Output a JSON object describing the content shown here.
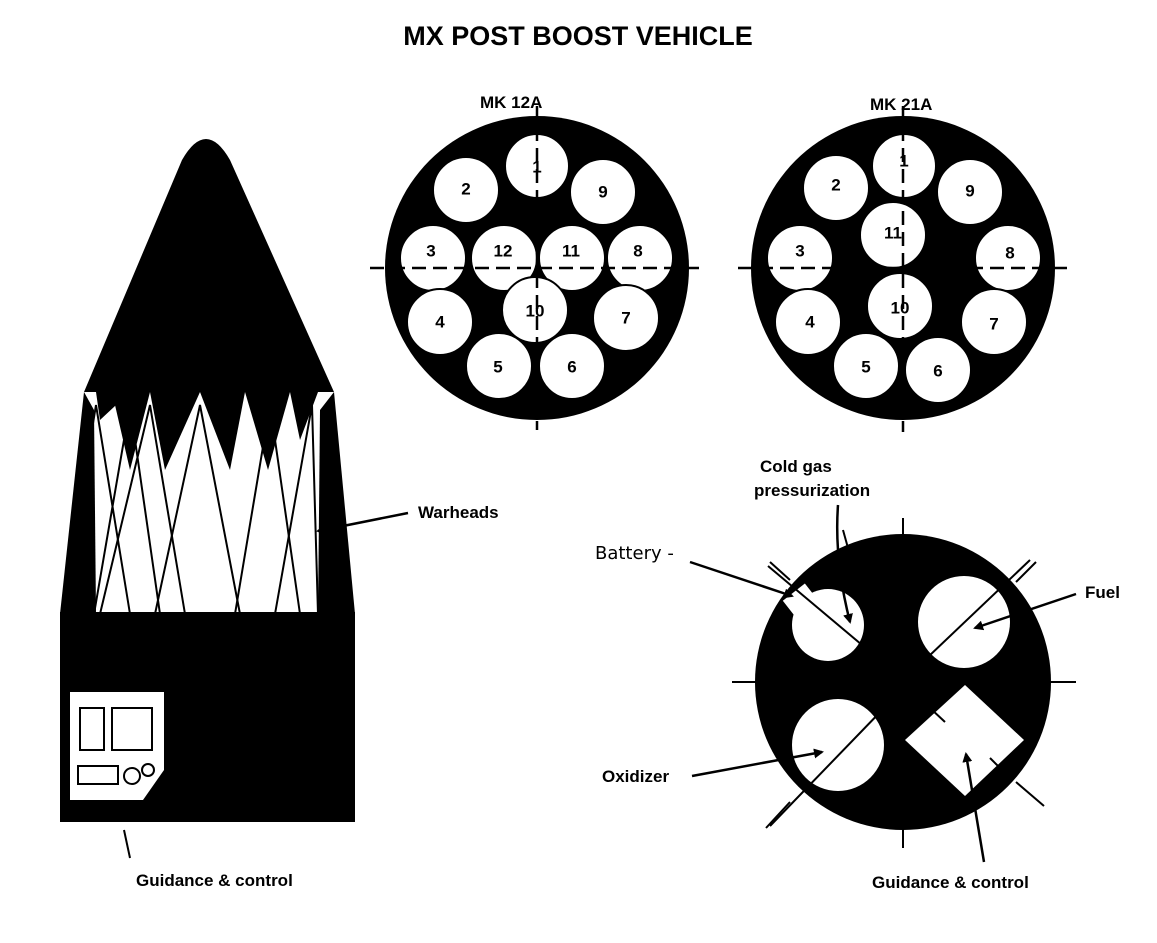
{
  "title": "MX POST BOOST VEHICLE",
  "mk12a": {
    "label": "MK  12A",
    "slots": [
      "1",
      "2",
      "9",
      "3",
      "12",
      "11",
      "8",
      "4",
      "10",
      "7",
      "5",
      "6"
    ]
  },
  "mk21a": {
    "label": "MK 21A",
    "slots": [
      "1",
      "2",
      "9",
      "11",
      "3",
      "8",
      "10",
      "4",
      "7",
      "5",
      "6"
    ]
  },
  "labels": {
    "warheads": "Warheads",
    "guidance_left": "Guidance & control",
    "cold_gas_line1": "Cold gas",
    "cold_gas_line2": "pressurization",
    "battery": "Battery -",
    "fuel": "Fuel",
    "oxidizer": "Oxidizer",
    "guidance_right": "Guidance & control"
  }
}
